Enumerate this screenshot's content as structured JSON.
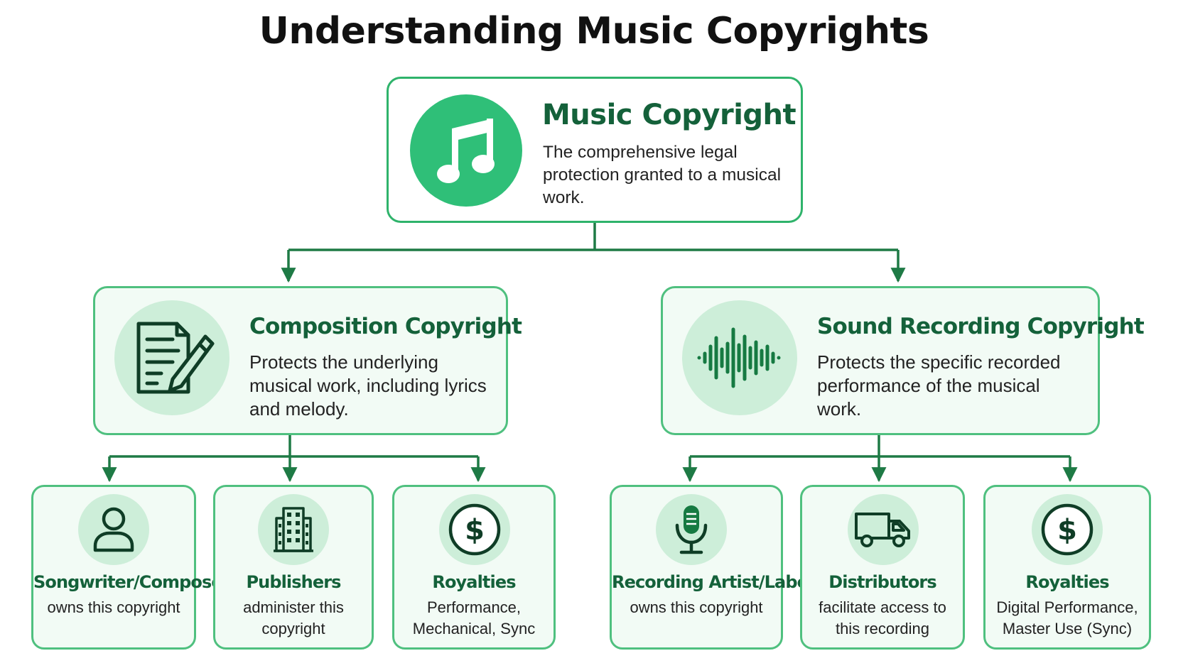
{
  "title": "Understanding Music Copyrights",
  "root": {
    "icon": "music-note-icon",
    "heading": "Music Copyright",
    "description": "The comprehensive legal protection granted to a musical work."
  },
  "branches": [
    {
      "icon": "document-pen-icon",
      "heading": "Composition Copyright",
      "description": "Protects the underlying musical work, including lyrics and melody.",
      "children": [
        {
          "icon": "person-icon",
          "heading": "Songwriter/Composer",
          "description": "owns this copyright"
        },
        {
          "icon": "building-icon",
          "heading": "Publishers",
          "description": "administer this copyright"
        },
        {
          "icon": "dollar-icon",
          "heading": "Royalties",
          "description": "Performance, Mechanical, Sync"
        }
      ]
    },
    {
      "icon": "sound-wave-icon",
      "heading": "Sound Recording Copyright",
      "description": "Protects the specific recorded performance of the musical work.",
      "children": [
        {
          "icon": "microphone-icon",
          "heading": "Recording Artist/Label",
          "description": "owns this copyright"
        },
        {
          "icon": "truck-icon",
          "heading": "Distributors",
          "description": "facilitate access to this recording"
        },
        {
          "icon": "dollar-icon",
          "heading": "Royalties",
          "description": "Digital Performance, Master Use (Sync)"
        }
      ]
    }
  ],
  "colors": {
    "dark_green": "#14613a",
    "accent_green": "#2fbf78",
    "border_green": "#2fb36b",
    "connector_green": "#1e7a45",
    "icon_circle_fill": "#cdeed9",
    "box_fill": "#f2fbf5"
  }
}
